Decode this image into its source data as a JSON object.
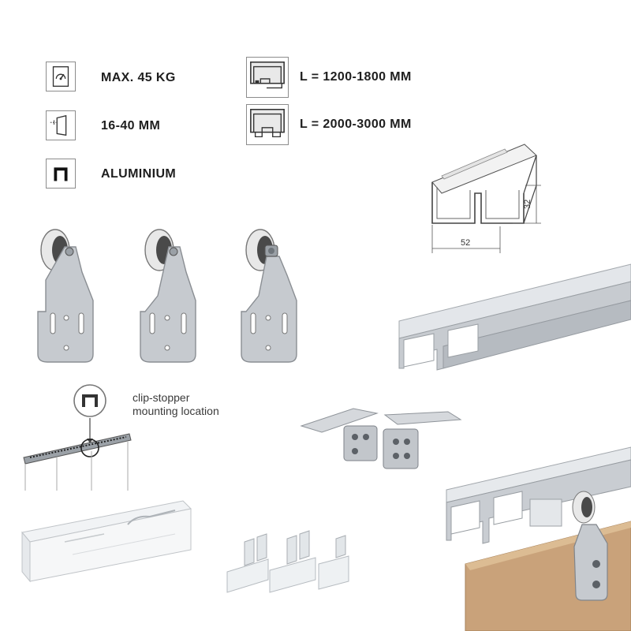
{
  "specs": {
    "max_load": "MAX. 45 KG",
    "thickness": "16-40 MM",
    "material": "ALUMINIUM",
    "length_short": "L = 1200-1800 MM",
    "length_long": "L = 2000-3000 MM"
  },
  "profile_dimensions": {
    "height": "32",
    "width": "52"
  },
  "callout": {
    "line1": "clip-stopper",
    "line2": "mounting location"
  },
  "icons": {
    "max_load": "weight-gauge-icon",
    "thickness": "door-thickness-icon",
    "material": "aluminium-profile-icon",
    "length_short": "track-short-icon",
    "length_long": "track-long-icon"
  },
  "colors": {
    "aluminium": "#c9cdd2",
    "wood": "#c9a27a",
    "label": "#1e1e1e"
  }
}
